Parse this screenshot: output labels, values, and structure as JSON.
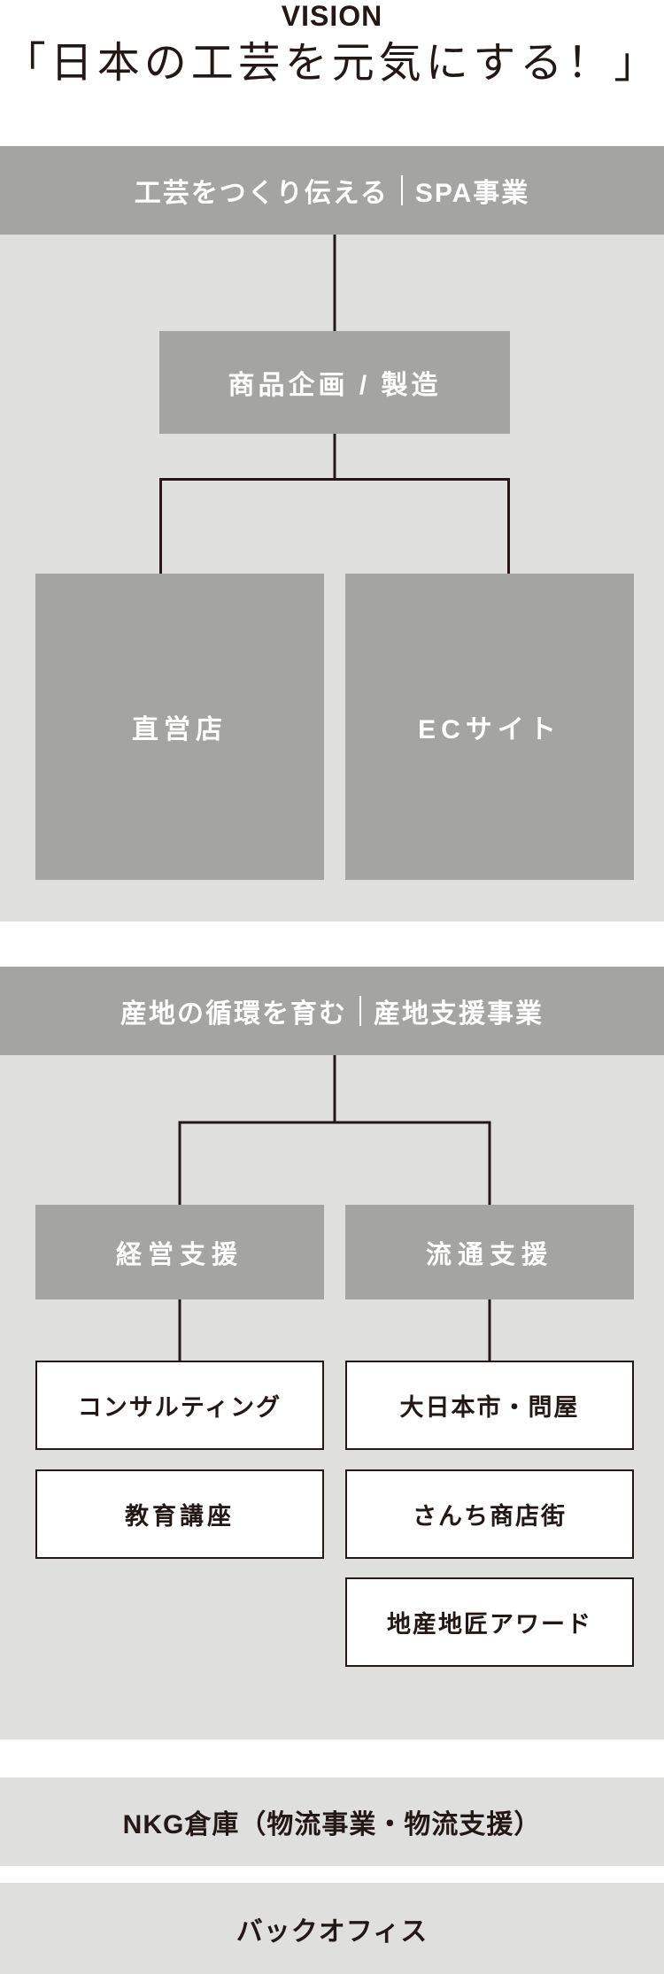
{
  "colors": {
    "page_background": "#ffffff",
    "section_background": "#dfdfde",
    "box_gray": "#a4a4a3",
    "line_and_text_dark": "#231815",
    "box_text_white": "#ffffff"
  },
  "header": {
    "eyebrow": "VISION",
    "slogan": "「日本の工芸を元気にする！」"
  },
  "sections": [
    {
      "header": {
        "tagline": "工芸をつくり伝える",
        "business": "SPA事業"
      },
      "root": "商品企画 / 製造",
      "children": [
        "直営店",
        "ECサイト"
      ]
    },
    {
      "header": {
        "tagline": "産地の循環を育む",
        "business": "産地支援事業"
      },
      "branches": [
        {
          "label": "経営支援",
          "items": [
            "コンサルティング",
            "教育講座"
          ]
        },
        {
          "label": "流通支援",
          "items": [
            "大日本市・問屋",
            "さんち商店街",
            "地産地匠アワード"
          ]
        }
      ]
    }
  ],
  "footer_bars": [
    "NKG倉庫（物流事業・物流支援）",
    "バックオフィス"
  ]
}
